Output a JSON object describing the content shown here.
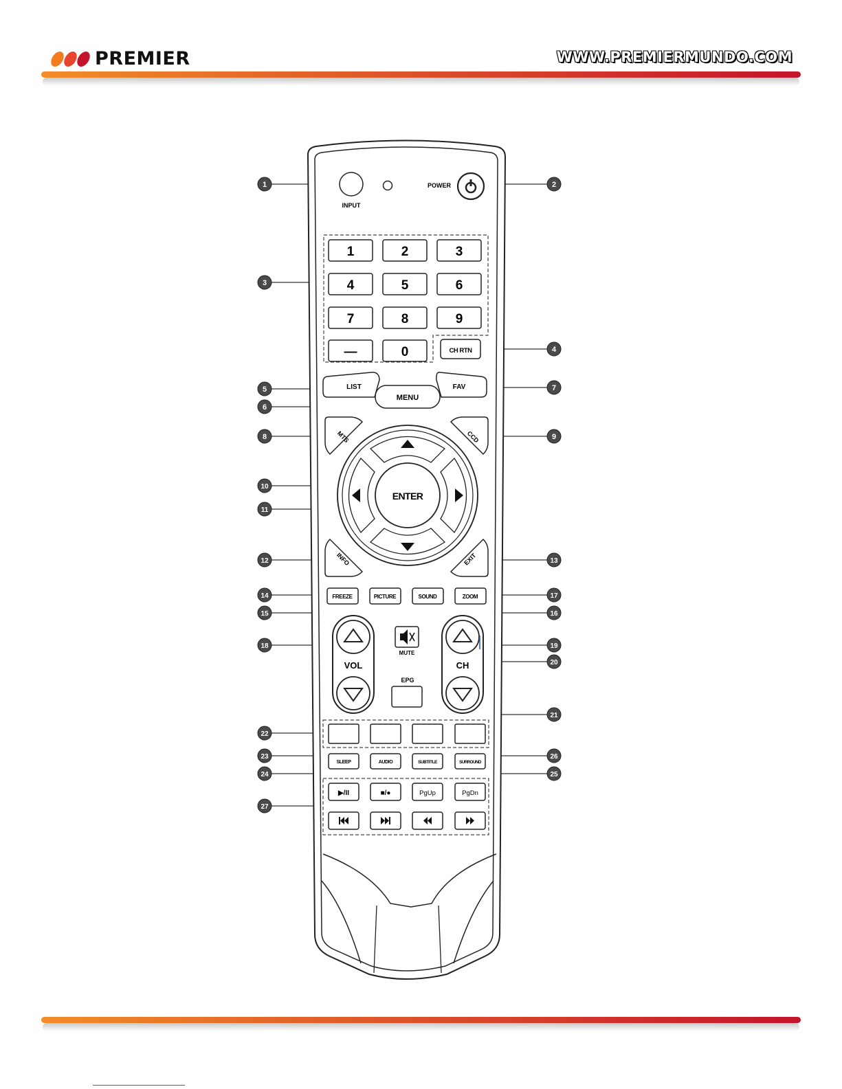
{
  "header": {
    "brand": "PREMIER",
    "website": "WWW.PREMIERMUNDO.COM"
  },
  "colors": {
    "brand_dots": [
      "#f47c20",
      "#e8432c",
      "#c4142b"
    ],
    "bar_start": "#f28c28",
    "bar_end": "#c4142b",
    "callout": "#4a4a4a",
    "footer_link": "#3b5bdb"
  },
  "remote": {
    "input": "INPUT",
    "power": "POWER",
    "digits": [
      "1",
      "2",
      "3",
      "4",
      "5",
      "6",
      "7",
      "8",
      "9",
      "—",
      "0"
    ],
    "ch_rtn": "CH RTN",
    "list": "LIST",
    "menu": "MENU",
    "fav": "FAV",
    "mts": "MTS",
    "ccd": "CCD",
    "enter": "ENTER",
    "info": "INFO",
    "exit": "EXIT",
    "freeze": "FREEZE",
    "picture": "PICTURE",
    "sound": "SOUND",
    "zoom": "ZOOM",
    "vol": "VOL",
    "ch": "CH",
    "mute": "MUTE",
    "epg": "EPG",
    "sleep": "SLEEP",
    "audio": "AUDIO",
    "subtitle": "SUBTITLE",
    "surround": "SURROUND",
    "play_pause": "▶/II",
    "stop_rec": "■/●",
    "pgup": "PgUp",
    "pgdn": "PgDn",
    "prev": "⏮",
    "next": "⏭",
    "rew": "⏪",
    "ffwd": "⏩"
  },
  "callouts": [
    "1",
    "2",
    "3",
    "4",
    "5",
    "6",
    "7",
    "8",
    "9",
    "10",
    "11",
    "12",
    "13",
    "14",
    "15",
    "16",
    "17",
    "18",
    "19",
    "20",
    "21",
    "22",
    "23",
    "24",
    "25",
    "26",
    "27"
  ]
}
